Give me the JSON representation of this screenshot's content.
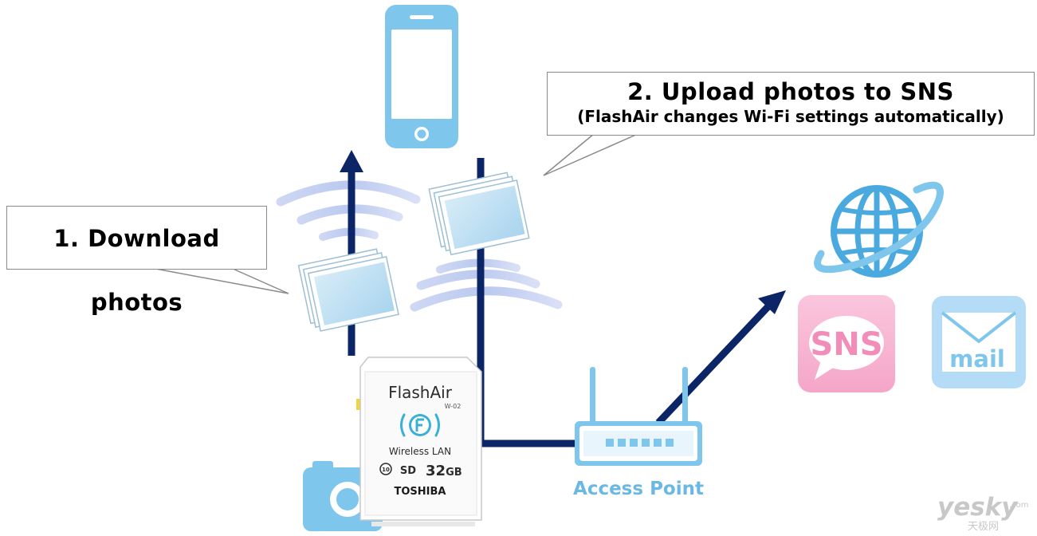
{
  "callouts": {
    "download": "1. Download photos",
    "upload_title": "2. Upload photos to SNS",
    "upload_note": "(FlashAir changes Wi-Fi settings automatically)"
  },
  "card": {
    "brand": "FlashAir",
    "model": "W-02",
    "type": "Wireless LAN",
    "capacity": "32",
    "capacity_unit": "GB",
    "maker": "TOSHIBA",
    "class_mark": "10",
    "sd_mark": "SD"
  },
  "access_point": {
    "label": "Access Point"
  },
  "services": {
    "sns": "SNS",
    "mail": "mail"
  },
  "watermark": {
    "latin": "yesky",
    "cjk": "天极网",
    "domain": ".com"
  },
  "colors": {
    "arrow": "#0b2566",
    "icon_blue": "#7fc6ec",
    "icon_blue_dark": "#4aa9de",
    "sns_pink": "#f9b6d2",
    "mail_blue": "#b5dcf6"
  },
  "icons": [
    "smartphone-icon",
    "photo-stack-icon",
    "wifi-waves-icon",
    "globe-icon",
    "sns-bubble-icon",
    "mail-envelope-icon",
    "router-icon",
    "camera-icon",
    "sd-card-icon"
  ]
}
